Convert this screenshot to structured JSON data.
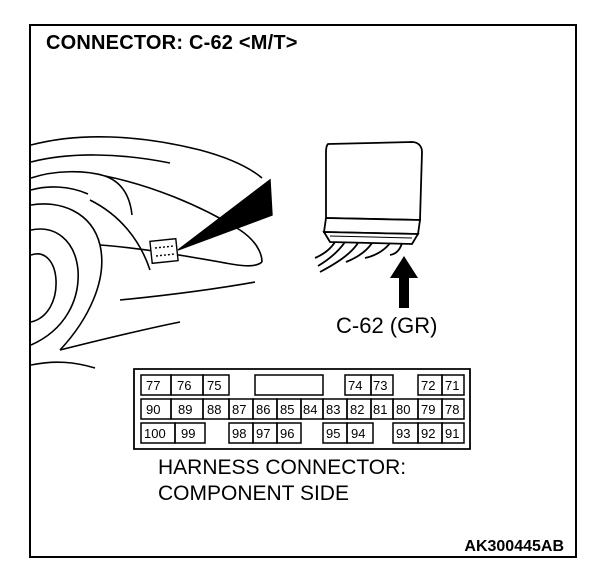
{
  "title": "CONNECTOR: C-62 <M/T>",
  "connector_label": "C-62 (GR)",
  "harness_side_line1": "HARNESS CONNECTOR:",
  "harness_side_line2": "COMPONENT SIDE",
  "figure_code": "AK300445AB",
  "pins": {
    "row1": [
      "77",
      "76",
      "75",
      "",
      "",
      "",
      "",
      "74",
      "73",
      "",
      "72",
      "71"
    ],
    "row2": [
      "90",
      "89",
      "88",
      "87",
      "86",
      "85",
      "84",
      "83",
      "82",
      "81",
      "80",
      "79",
      "78"
    ],
    "row3": [
      "100",
      "99",
      "",
      "98",
      "97",
      "96",
      "",
      "95",
      "94",
      "",
      "93",
      "92",
      "91"
    ]
  }
}
